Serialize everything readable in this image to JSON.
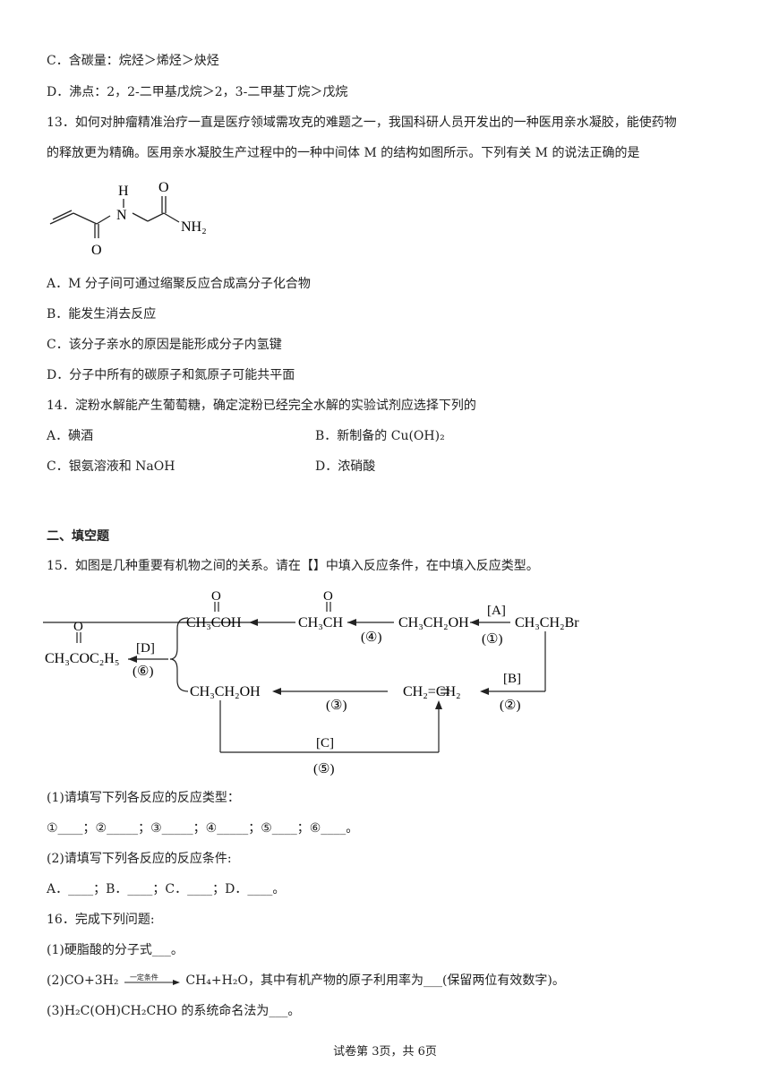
{
  "lines": {
    "q12c": "C．含碳量：烷烃＞烯烃＞炔烃",
    "q12d": "D．沸点：2，2-二甲基戊烷＞2，3-二甲基丁烷＞戊烷",
    "q13a": "13．如何对肿瘤精准治疗一直是医疗领域需攻克的难题之一，我国科研人员开发出的一种医用亲水凝胶，能使药物",
    "q13b": "的释放更为精确。医用亲水凝胶生产过程中的一种中间体 M 的结构如图所示。下列有关 M 的说法正确的是",
    "q13A": "A．M 分子间可通过缩聚反应合成高分子化合物",
    "q13B": "B．能发生消去反应",
    "q13C": "C．该分子亲水的原因是能形成分子内氢键",
    "q13D": "D．分子中所有的碳原子和氮原子可能共平面",
    "q14": "14．淀粉水解能产生葡萄糖，确定淀粉已经完全水解的实验试剂应选择下列的",
    "q14A": "A．碘酒",
    "q14B": "B．新制备的 Cu(OH)₂",
    "q14C": "C．银氨溶液和 NaOH",
    "q14D": "D．浓硝酸",
    "section2": "二、填空题",
    "q15": "15．如图是几种重要有机物之间的关系。请在【】中填入反应条件，在中填入反应类型。",
    "q15s1": "(1)请填写下列各反应的反应类型：",
    "q15s1ans": "①____；②_____；③_____；④_____；⑤____；⑥____。",
    "q15s2": "(2)请填写下列各反应的反应条件:",
    "q15s2ans": "A．____；B．____；C．____；D．____。",
    "q16": "16．完成下列问题:",
    "q16s1": "(1)硬脂酸的分子式___。",
    "q16s2a": "(2)CO+3H₂",
    "q16s2cond": "一定条件",
    "q16s2b": "CH₄+H₂O，其中有机产物的原子利用率为___(保留两位有效数字)。",
    "q16s3": "(3)H₂C(OH)CH₂CHO 的系统命名法为___。"
  },
  "structure_m": {
    "h": "H",
    "n": "N",
    "o1": "O",
    "o2": "O",
    "nh2": "NH₂"
  },
  "scheme": {
    "ethyl_acetate": "CH₃COC₂H₅",
    "acetic_acid": "CH₃COH",
    "acetaldehyde": "CH₃CH",
    "ethanol_top": "CH₃CH₂OH",
    "bromoethane": "CH₃CH₂Br",
    "ethanol_bottom": "CH₃CH₂OH",
    "ethylene": "CH₂=CH₂",
    "o_a": "O",
    "o_b": "O",
    "o_c": "O",
    "cond_A": "[A]",
    "type_1": "(①)",
    "type_4": "(④)",
    "cond_D": "[D]",
    "type_6": "(⑥)",
    "cond_B": "[B]",
    "type_2": "(②)",
    "type_3": "(③)",
    "cond_C": "[C]",
    "type_5": "(⑤)"
  },
  "footer": "试卷第 3页，共 6页"
}
